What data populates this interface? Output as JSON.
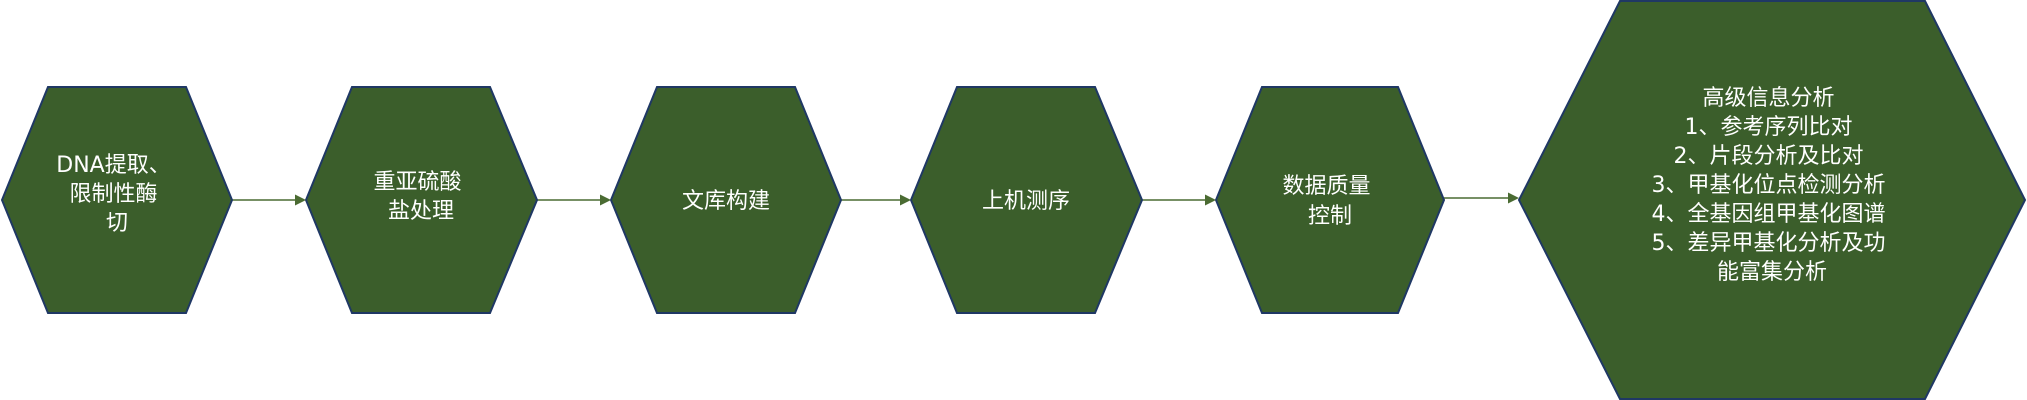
{
  "diagram": {
    "colors": {
      "node_fill": "#3b5e2b",
      "node_border": "#1f3864",
      "arrow": "#4a6b32",
      "text": "#ffffff"
    },
    "steps": [
      {
        "id": "step-1",
        "lines": [
          "DNA提取、",
          "限制性酶",
          "切"
        ]
      },
      {
        "id": "step-2",
        "lines": [
          "重亚硫酸",
          "盐处理"
        ]
      },
      {
        "id": "step-3",
        "lines": [
          "文库构建"
        ]
      },
      {
        "id": "step-4",
        "lines": [
          "上机测序"
        ]
      },
      {
        "id": "step-5",
        "lines": [
          "数据质量",
          "控制"
        ]
      },
      {
        "id": "step-6",
        "lines": [
          "高级信息分析",
          "",
          "1、参考序列比对",
          "2、片段分析及比对",
          "3、甲基化位点检测分析",
          "4、全基因组甲基化图谱",
          "5、差异甲基化分析及功",
          "能富集分析"
        ]
      }
    ]
  }
}
